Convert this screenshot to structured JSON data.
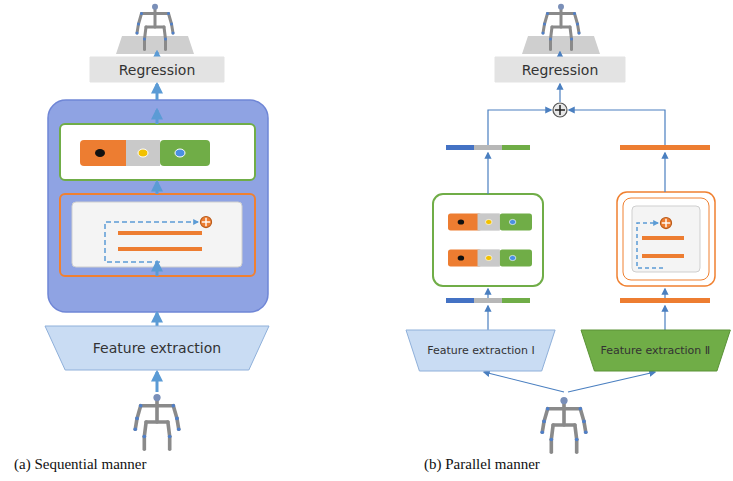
{
  "diagram": {
    "nodes": [
      {
        "text": [
          "Regression"
        ]
      },
      {
        "text": [
          "Feature extraction"
        ]
      },
      {
        "text": [
          "Regression"
        ]
      },
      {
        "text": [
          "Feature extraction Ⅰ"
        ]
      },
      {
        "text": [
          "Feature extraction Ⅱ"
        ]
      }
    ],
    "labels": [
      "(a) Sequential manner",
      "(b) Parallel manner"
    ]
  }
}
